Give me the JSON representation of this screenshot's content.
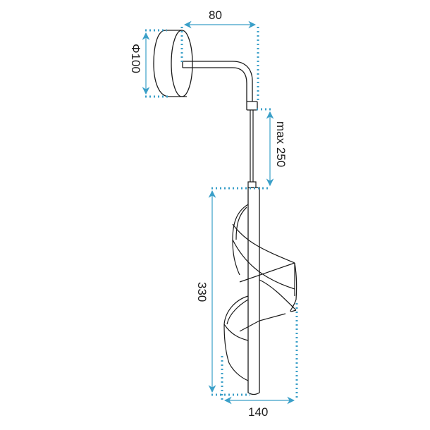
{
  "diagram": {
    "subject": "Wall lamp with spiral shade",
    "dimensions": {
      "arm_length": "80",
      "base_diameter": "Φ100",
      "cable_length": "max 250",
      "shade_height": "330",
      "shade_width": "140"
    },
    "colors": {
      "dimension_line": "#3a9fc8",
      "outline": "#1a1a1a",
      "background": "#ffffff"
    }
  }
}
